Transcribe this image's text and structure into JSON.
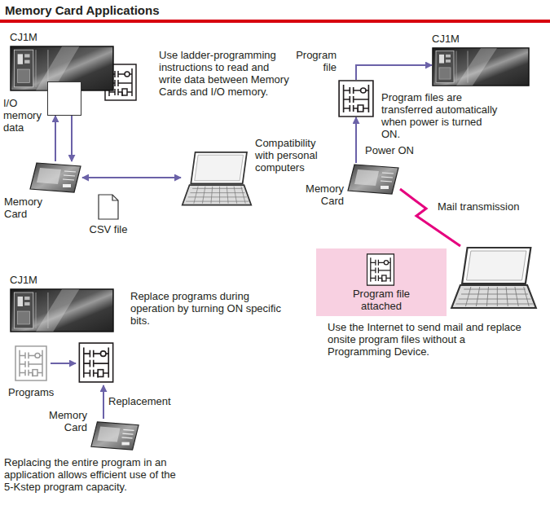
{
  "diagram": {
    "title": "Memory Card Applications",
    "nodes": [
      {
        "text": [
          "CJ1M"
        ]
      },
      {
        "text": [
          "I/O memory data"
        ]
      },
      {
        "text": [
          "Memory Card"
        ]
      },
      {
        "text": [
          "Compatibility with personal computers"
        ]
      },
      {
        "text": [
          "CSV file"
        ]
      },
      {
        "text": [
          "CJ1M"
        ]
      },
      {
        "text": [
          "Program file"
        ]
      },
      {
        "text": [
          "Memory Card"
        ]
      },
      {
        "text": [
          "Program file attached"
        ]
      },
      {
        "text": [
          "Use the Internet to send mail and replace onsite program files without a Programming Device."
        ]
      },
      {
        "text": [
          "CJ1M"
        ]
      },
      {
        "text": [
          "Programs"
        ]
      },
      {
        "text": [
          "Memory Card"
        ]
      }
    ],
    "edges": [
      {
        "from": 1,
        "to": 2,
        "arrow": "to"
      },
      {
        "from": 2,
        "to": 1,
        "arrow": "to"
      },
      {
        "from": 2,
        "to": 3,
        "arrow": "both"
      },
      {
        "from": 6,
        "to": 5,
        "arrow": "to"
      },
      {
        "from": 7,
        "to": 6,
        "arrow": "to",
        "label": "Power ON"
      },
      {
        "from": 7,
        "to": 9,
        "arrow": "none",
        "label": "Mail transmission"
      }
    ],
    "labels": [
      "Use ladder-programming instructions to read and write data between Memory Cards and I/O memory.",
      "Program files are transferred automatically when power is turned ON.",
      "Replace programs during operation by turning ON specific bits.",
      "Replacement",
      "Replacing the entire program in an application allows efficient use of the 5-Kstep program capacity."
    ]
  }
}
